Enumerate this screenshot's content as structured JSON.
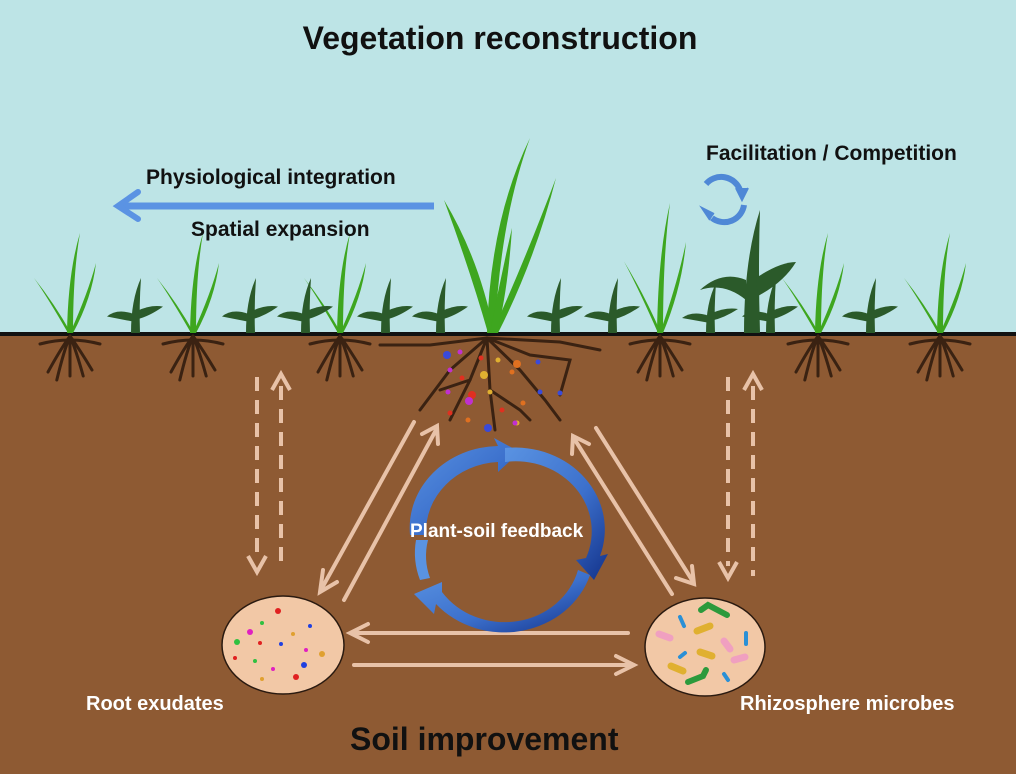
{
  "diagram": {
    "title": "Vegetation reconstruction",
    "bottom_title": "Soil improvement",
    "labels": {
      "physiological_integration": "Physiological integration",
      "spatial_expansion": "Spatial expansion",
      "facilitation_competition": "Facilitation / Competition",
      "plant_soil_feedback": "Plant-soil feedback",
      "root_exudates": "Root exudates",
      "rhizosphere_microbes": "Rhizosphere microbes"
    },
    "colors": {
      "sky": "#bde4e6",
      "soil": "#8e5a33",
      "light_plant": "#3ea61f",
      "dark_plant": "#2b5a2a",
      "root": "#3a2212",
      "arrow_light": "#e8c2a8",
      "feedback_blue": "#4a86d8",
      "feedback_dark_blue": "#13328a",
      "circle_fill": "#f2c8a6"
    },
    "icons": [
      "spatial-expansion-arrow-icon",
      "cycle-arrows-icon",
      "plant-soil-feedback-cycle-icon"
    ]
  }
}
